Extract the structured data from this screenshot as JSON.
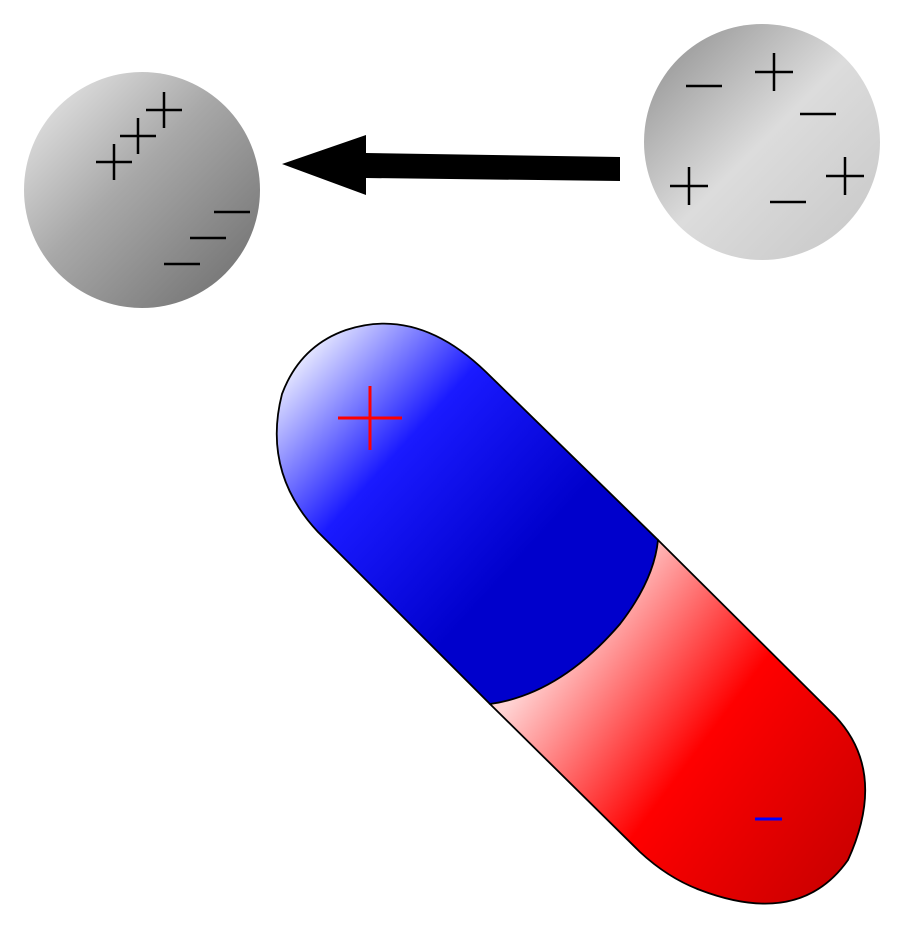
{
  "figure": {
    "polarized_sphere": {
      "positive_marks": 3,
      "negative_marks": 3,
      "fill_light": "#d8d8d8",
      "fill_dark": "#6e6e6e"
    },
    "neutral_sphere": {
      "positive_marks": 3,
      "negative_marks": 3,
      "fill_light": "#e6e6e6",
      "fill_dark": "#8c8c8c"
    },
    "arrow": {
      "direction": "left",
      "color": "#000000"
    },
    "capsule": {
      "positive_end_color": "#0000ff",
      "negative_end_color": "#ff0000",
      "positive_mark_color": "#ff0000",
      "negative_mark_color": "#0000ff",
      "outline_color": "#000000"
    }
  }
}
